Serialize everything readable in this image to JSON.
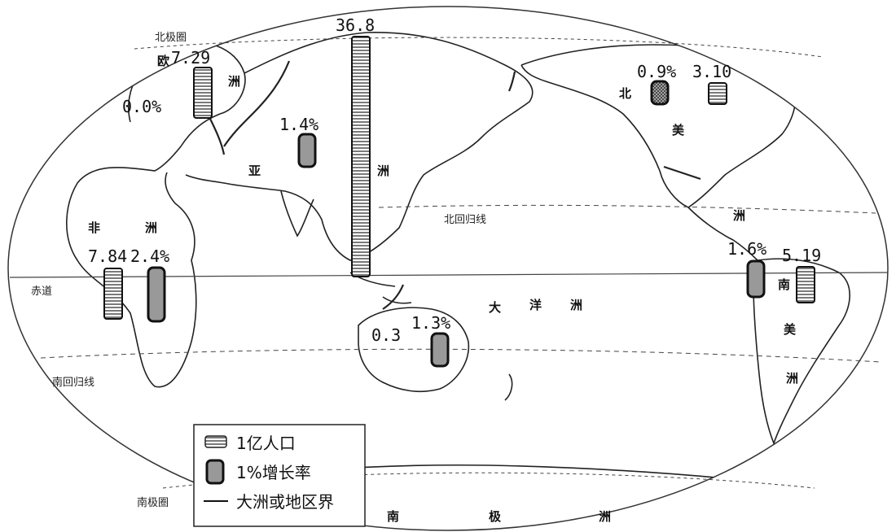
{
  "map": {
    "lines": {
      "arctic_circle": "北极圈",
      "tropic_of_cancer": "北回归线",
      "equator": "赤道",
      "tropic_of_capricorn": "南回归线",
      "antarctic_circle": "南极圈"
    },
    "continent_chars": {
      "europe_1": "欧",
      "europe_2": "洲",
      "asia_1": "亚",
      "asia_2": "洲",
      "africa_1": "非",
      "africa_2": "洲",
      "oceania_1": "大",
      "oceania_2": "洋",
      "oceania_3": "洲",
      "north_america_1": "北",
      "north_america_2": "美",
      "north_america_3": "洲",
      "south_america_1": "南",
      "south_america_2": "美",
      "south_america_3": "洲",
      "antarctica_1": "南",
      "antarctica_2": "极",
      "antarctica_3": "洲"
    }
  },
  "regions": [
    {
      "id": "europe",
      "population": "7.29",
      "population_value": 7.29,
      "growth": "0.0%",
      "growth_value": 0.0
    },
    {
      "id": "asia",
      "population": "36.8",
      "population_value": 36.8,
      "growth": "1.4%",
      "growth_value": 1.4
    },
    {
      "id": "africa",
      "population": "7.84",
      "population_value": 7.84,
      "growth": "2.4%",
      "growth_value": 2.4
    },
    {
      "id": "oceania",
      "population": "0.3",
      "population_value": 0.3,
      "growth": "1.3%",
      "growth_value": 1.3
    },
    {
      "id": "north-america",
      "population": "3.10",
      "population_value": 3.1,
      "growth": "0.9%",
      "growth_value": 0.9
    },
    {
      "id": "latin-america",
      "population": "5.19",
      "population_value": 5.19,
      "growth": "1.6%",
      "growth_value": 1.6
    }
  ],
  "legend": {
    "population_unit": "1亿人口",
    "growth_unit": "1%增长率",
    "boundary": "大洲或地区界"
  }
}
